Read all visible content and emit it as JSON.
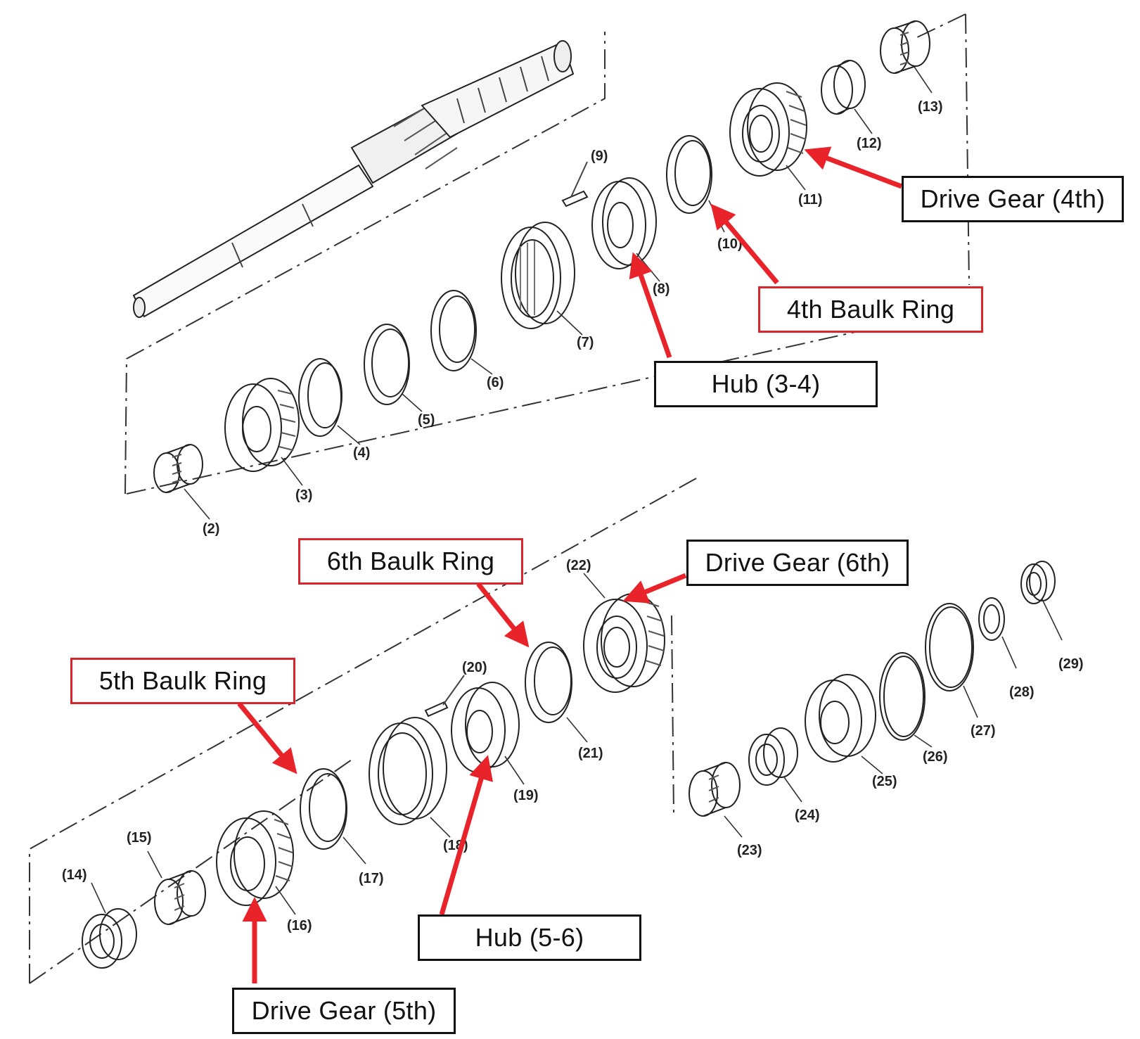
{
  "part_numbers": [
    "(2)",
    "(3)",
    "(4)",
    "(5)",
    "(6)",
    "(7)",
    "(8)",
    "(9)",
    "(10)",
    "(11)",
    "(12)",
    "(13)",
    "(14)",
    "(15)",
    "(16)",
    "(17)",
    "(18)",
    "(19)",
    "(20)",
    "(21)",
    "(22)",
    "(23)",
    "(24)",
    "(25)",
    "(26)",
    "(27)",
    "(28)",
    "(29)"
  ],
  "callouts": {
    "drive_gear_4th": "Drive Gear (4th)",
    "baulk_ring_4th": "4th Baulk Ring",
    "hub_3_4": "Hub (3-4)",
    "baulk_ring_6th": "6th Baulk Ring",
    "drive_gear_6th": "Drive Gear (6th)",
    "baulk_ring_5th": "5th Baulk Ring",
    "hub_5_6": "Hub (5-6)",
    "drive_gear_5th": "Drive Gear (5th)"
  },
  "colors": {
    "arrow": "#e8232a",
    "highlight_border": "#d8262c",
    "ink": "#111111"
  }
}
